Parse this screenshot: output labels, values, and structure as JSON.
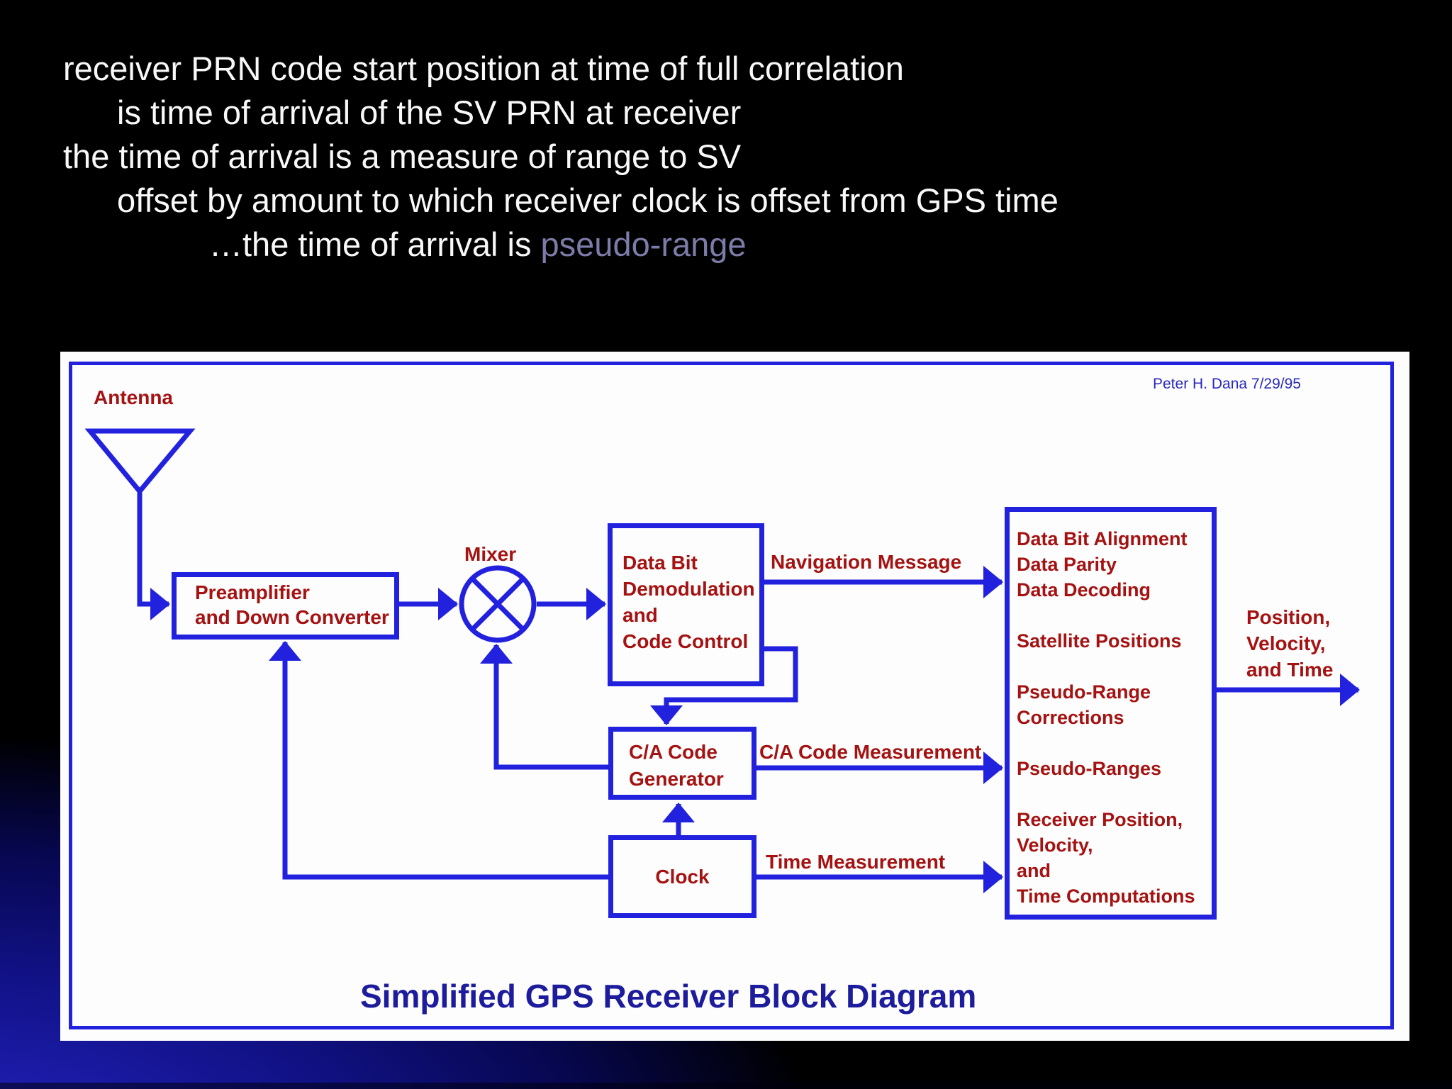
{
  "slide": {
    "lines": [
      {
        "text": "receiver PRN code start position at time of full correlation"
      },
      {
        "text": "is time of arrival of the SV PRN at receiver"
      },
      {
        "text": "the time of arrival is a measure of range to SV"
      },
      {
        "text": "offset by amount to which receiver clock is offset from GPS time"
      },
      {
        "prefix": "…the time of arrival is ",
        "highlight": "pseudo-range"
      }
    ]
  },
  "diagram": {
    "credit": "Peter H. Dana 7/29/95",
    "caption": "Simplified GPS Receiver Block Diagram",
    "blocks": {
      "antenna": "Antenna",
      "mixer": "Mixer",
      "preamp": "Preamplifier\nand Down Converter",
      "data_bit": "Data Bit\nDemodulation\nand\nCode Control",
      "ca_code": "C/A Code\nGenerator",
      "clock": "Clock",
      "processing": "Data Bit Alignment\nData Parity\nData Decoding\n\nSatellite Positions\n\nPseudo-Range\nCorrections\n\nPseudo-Ranges\n\nReceiver Position,\nVelocity,\nand\nTime Computations"
    },
    "arrows": {
      "navigation_message": "Navigation Message",
      "ca_code_measurement": "C/A Code Measurement",
      "time_measurement": "Time Measurement",
      "output": "Position,\nVelocity,\nand Time"
    },
    "colors": {
      "wire_blue": "#2121DE",
      "label_red": "#A41212",
      "caption_blue": "#1C1C9C",
      "credit_blue": "#2929B8",
      "highlight_purple": "#7C7CA8",
      "panel_white": "#FDFDFD",
      "slide_text_white": "#F8F8F8",
      "background_glow_blue": "#1B1BA8"
    }
  }
}
